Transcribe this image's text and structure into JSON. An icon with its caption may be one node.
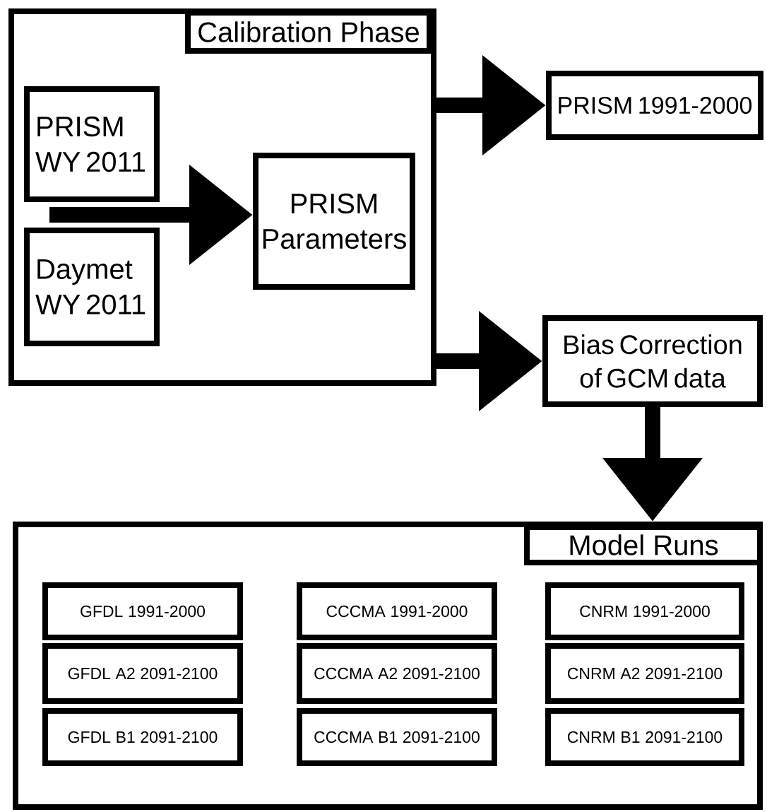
{
  "diagram": {
    "nodes": [
      {
        "text": [
          "Calibration Phase"
        ]
      },
      {
        "text": [
          "PRISM WY 2011"
        ],
        "in": 0
      },
      {
        "text": [
          "Daymet WY 2011"
        ],
        "in": 0
      },
      {
        "text": [
          "PRISM Parameters"
        ],
        "in": 0
      },
      {
        "text": [
          "PRISM 1991-2000"
        ]
      },
      {
        "text": [
          "Bias Correction of GCM data"
        ]
      },
      {
        "text": [
          "Model Runs"
        ]
      },
      {
        "text": [
          "GFDL 1991-2000"
        ],
        "in": 6
      },
      {
        "text": [
          "CCCMA 1991-2000"
        ],
        "in": 6
      },
      {
        "text": [
          "CNRM 1991-2000"
        ],
        "in": 6
      },
      {
        "text": [
          "GFDL A2 2091-2100"
        ],
        "in": 6
      },
      {
        "text": [
          "CCCMA A2 2091-2100"
        ],
        "in": 6
      },
      {
        "text": [
          "CNRM A2 2091-2100"
        ],
        "in": 6
      },
      {
        "text": [
          "GFDL B1 2091-2100"
        ],
        "in": 6
      },
      {
        "text": [
          "CCCMA B1 2091-2100"
        ],
        "in": 6
      },
      {
        "text": [
          "CNRM B1 2091-2100"
        ],
        "in": 6
      }
    ],
    "edges": [
      {
        "from": 1,
        "to": 3,
        "arrow": "to"
      },
      {
        "from": 2,
        "to": 3,
        "arrow": "to"
      },
      {
        "from": 0,
        "to": 4,
        "arrow": "to"
      },
      {
        "from": 0,
        "to": 5,
        "arrow": "to"
      },
      {
        "from": 5,
        "to": 6,
        "arrow": "to"
      }
    ]
  }
}
